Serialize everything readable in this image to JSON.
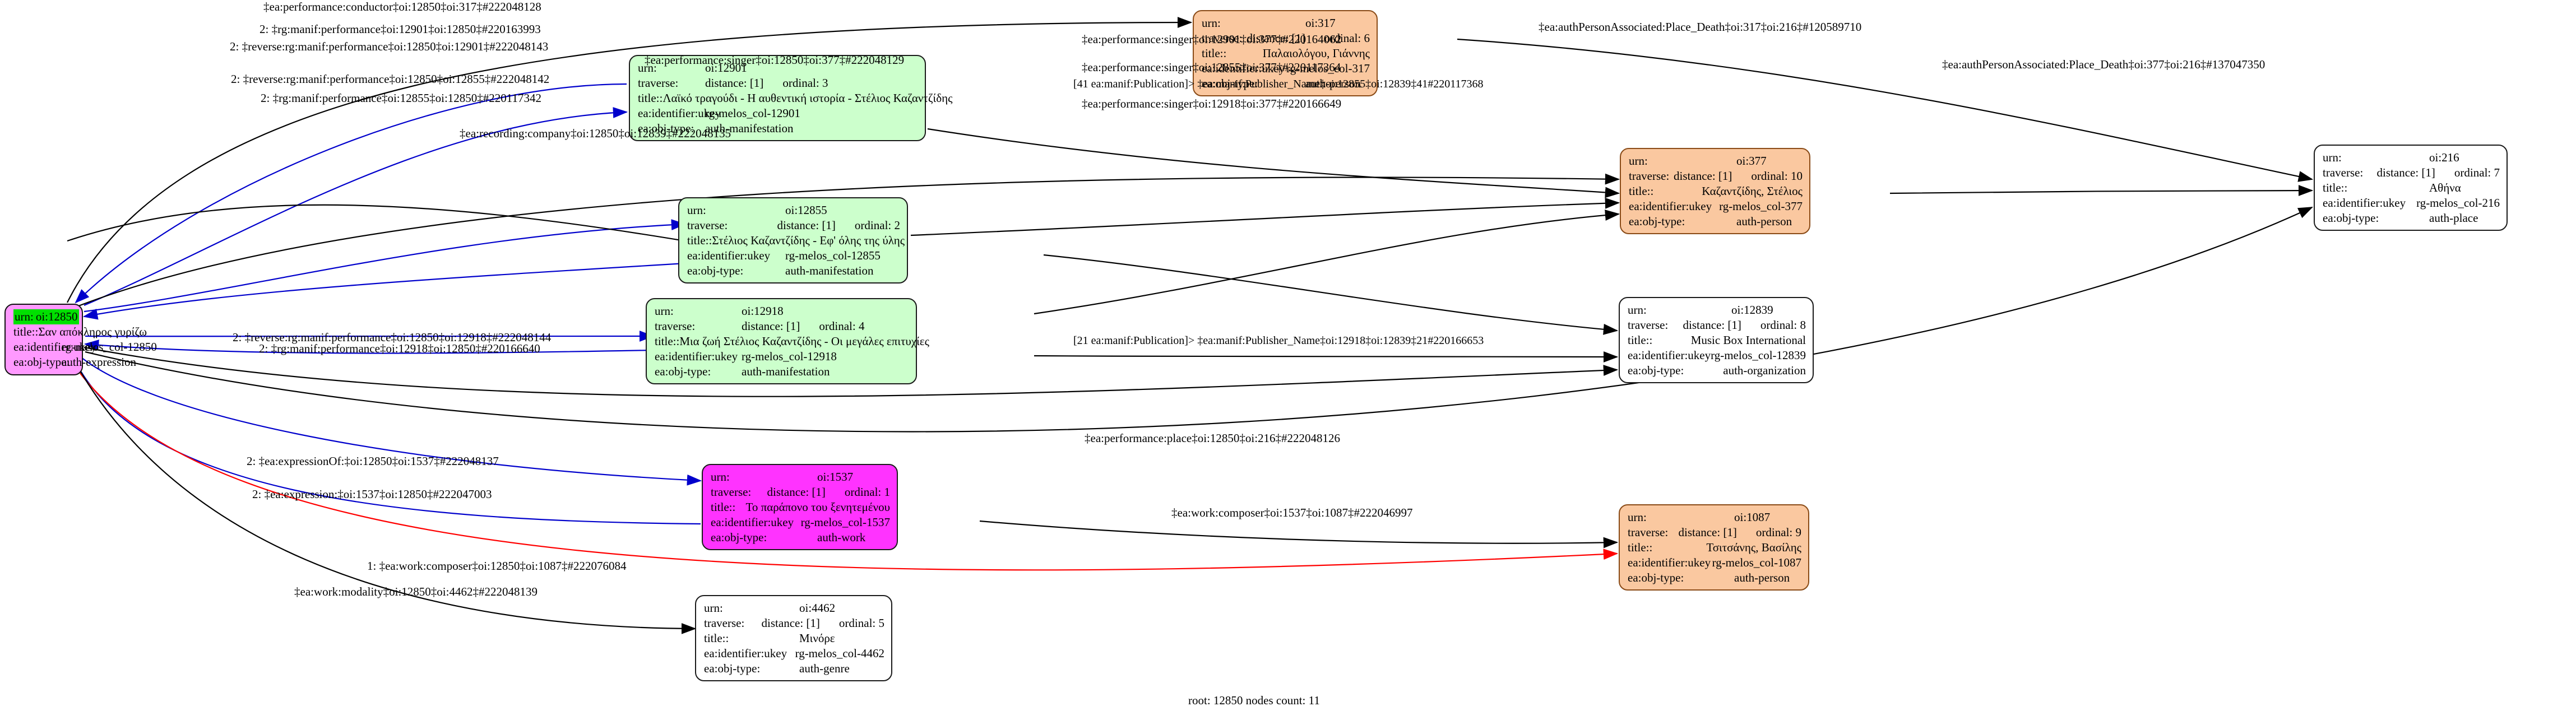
{
  "graph": {
    "footer": "root: 12850 nodes count: 11",
    "root_urn": "oi:12850",
    "colors": {
      "green": "#ccffcc",
      "orange": "#fac8a0",
      "magenta": "#ff33ff",
      "root_pink": "#ff99ff",
      "root_highlight": "#00e000",
      "white": "#ffffff",
      "edge_black": "#000000",
      "edge_blue": "#0000cc",
      "edge_red": "#ff0000"
    },
    "field_keys": {
      "urn": "urn:",
      "traverse": "traverse:",
      "title": "title::",
      "ukey": "ea:identifier:ukey",
      "objtype": "ea:obj-type:"
    }
  },
  "nodes": [
    {
      "id": "12850",
      "urn": "oi:12850",
      "traverse": "",
      "distance": "",
      "ordinal": "",
      "title": "Σαν απόκληρος γυρίζω",
      "ukey": "rg-melos_col-12850",
      "objtype": "auth-expression",
      "fill": "root_pink"
    },
    {
      "id": "12901",
      "urn": "oi:12901",
      "distance": "distance: [1]",
      "ordinal": "ordinal: 3",
      "title": "Λαϊκό τραγούδι - Η αυθεντική ιστορία - Στέλιος Καζαντζίδης",
      "ukey": "rg-melos_col-12901",
      "objtype": "auth-manifestation",
      "fill": "green"
    },
    {
      "id": "12855",
      "urn": "oi:12855",
      "distance": "distance: [1]",
      "ordinal": "ordinal: 2",
      "title": "Στέλιος Καζαντζίδης - Εφ' όλης της ύλης",
      "ukey": "rg-melos_col-12855",
      "objtype": "auth-manifestation",
      "fill": "green"
    },
    {
      "id": "12918",
      "urn": "oi:12918",
      "distance": "distance: [1]",
      "ordinal": "ordinal: 4",
      "title": "Μια ζωή Στέλιος Καζαντζίδης - Οι μεγάλες επιτυχίες",
      "ukey": "rg-melos_col-12918",
      "objtype": "auth-manifestation",
      "fill": "green"
    },
    {
      "id": "1537",
      "urn": "oi:1537",
      "distance": "distance: [1]",
      "ordinal": "ordinal: 1",
      "title": "Το παράπονο του ξενητεμένου",
      "ukey": "rg-melos_col-1537",
      "objtype": "auth-work",
      "fill": "magenta"
    },
    {
      "id": "4462",
      "urn": "oi:4462",
      "distance": "distance: [1]",
      "ordinal": "ordinal: 5",
      "title": "Μινόρε",
      "ukey": "rg-melos_col-4462",
      "objtype": "auth-genre",
      "fill": "white"
    },
    {
      "id": "317",
      "urn": "oi:317",
      "distance": "distance: [1]",
      "ordinal": "ordinal: 6",
      "title": "Παλαιολόγου, Γιάννης",
      "ukey": "rg-melos_col-317",
      "objtype": "auth-person",
      "fill": "orange"
    },
    {
      "id": "377",
      "urn": "oi:377",
      "distance": "distance: [1]",
      "ordinal": "ordinal: 10",
      "title": "Καζαντζίδης, Στέλιος",
      "ukey": "rg-melos_col-377",
      "objtype": "auth-person",
      "fill": "orange"
    },
    {
      "id": "12839",
      "urn": "oi:12839",
      "distance": "distance: [1]",
      "ordinal": "ordinal: 8",
      "title": "Music Box International",
      "ukey": "rg-melos_col-12839",
      "objtype": "auth-organization",
      "fill": "white"
    },
    {
      "id": "1087",
      "urn": "oi:1087",
      "distance": "distance: [1]",
      "ordinal": "ordinal: 9",
      "title": "Τσιτσάνης, Βασίλης",
      "ukey": "rg-melos_col-1087",
      "objtype": "auth-person",
      "fill": "orange"
    },
    {
      "id": "216",
      "urn": "oi:216",
      "distance": "distance: [1]",
      "ordinal": "ordinal: 7",
      "title": "Αθήνα",
      "ukey": "rg-melos_col-216",
      "objtype": "auth-place",
      "fill": "white"
    }
  ],
  "edge_labels": [
    {
      "id": "e01",
      "text": "‡ea:performance:conductor‡oi:12850‡oi:317‡#222048128"
    },
    {
      "id": "e02",
      "text": "2: ‡rg:manif:performance‡oi:12901‡oi:12850‡#220163993"
    },
    {
      "id": "e03",
      "text": "2: ‡reverse:rg:manif:performance‡oi:12850‡oi:12901‡#222048143"
    },
    {
      "id": "e04",
      "text": "‡ea:performance:singer‡oi:12901‡oi:377‡#220164062"
    },
    {
      "id": "e05",
      "text": "‡ea:performance:singer‡oi:12850‡oi:377‡#222048129"
    },
    {
      "id": "e06",
      "text": "2: ‡reverse:rg:manif:performance‡oi:12850‡oi:12855‡#222048142"
    },
    {
      "id": "e07",
      "text": "‡ea:performance:singer‡oi:12855‡oi:377‡#220117364"
    },
    {
      "id": "e08",
      "text": "2: ‡rg:manif:performance‡oi:12855‡oi:12850‡#220117342"
    },
    {
      "id": "e09",
      "text": "[41 ea:manif:Publication]> ‡ea:manif:Publisher_Name‡oi:12855‡oi:12839‡41#220117368"
    },
    {
      "id": "e10",
      "text": "‡ea:performance:singer‡oi:12918‡oi:377‡#220166649"
    },
    {
      "id": "e11",
      "text": "2: ‡reverse:rg:manif:performance‡oi:12850‡oi:12918‡#222048144"
    },
    {
      "id": "e12",
      "text": "2: ‡rg:manif:performance‡oi:12918‡oi:12850‡#220166640"
    },
    {
      "id": "e13",
      "text": "[21 ea:manif:Publication]> ‡ea:manif:Publisher_Name‡oi:12918‡oi:12839‡21#220166653"
    },
    {
      "id": "e14",
      "text": "‡ea:recording:company‡oi:12850‡oi:12839‡#222048135"
    },
    {
      "id": "e15",
      "text": "‡ea:performance:place‡oi:12850‡oi:216‡#222048126"
    },
    {
      "id": "e16",
      "text": "‡ea:authPersonAssociated:Place_Death‡oi:317‡oi:216‡#120589710"
    },
    {
      "id": "e17",
      "text": "‡ea:authPersonAssociated:Place_Death‡oi:377‡oi:216‡#137047350"
    },
    {
      "id": "e18",
      "text": "2: ‡ea:expressionOf:‡oi:12850‡oi:1537‡#222048137"
    },
    {
      "id": "e19",
      "text": "2: ‡ea:expression:‡oi:1537‡oi:12850‡#222047003"
    },
    {
      "id": "e20",
      "text": "‡ea:work:composer‡oi:1537‡oi:1087‡#222046997"
    },
    {
      "id": "e21",
      "text": "1: ‡ea:work:composer‡oi:12850‡oi:1087‡#222076084"
    },
    {
      "id": "e22",
      "text": "‡ea:work:modality‡oi:12850‡oi:4462‡#222048139"
    }
  ]
}
